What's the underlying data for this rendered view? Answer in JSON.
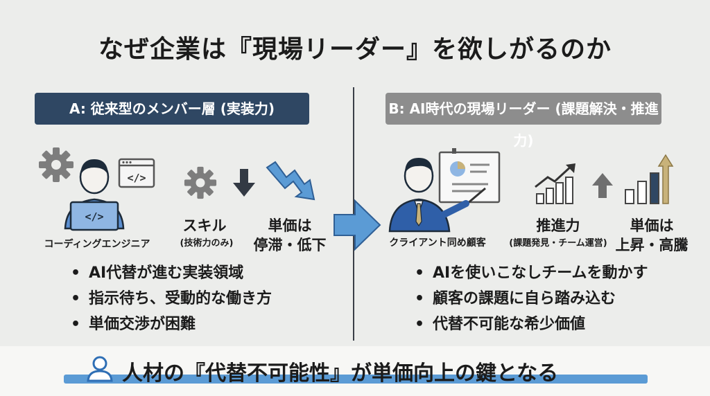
{
  "title": "なぜ企業は『現場リーダー』を欲しがるのか",
  "left": {
    "header": "A: 従来型のメンバー層 (実装力)",
    "person_label": "コーディングエンジニア",
    "skill_label": "スキル",
    "skill_sub": "(技術力のみ)",
    "price_label_1": "単価は",
    "price_label_2": "停滞・低下",
    "bullets": [
      "AI代替が進む実装領域",
      "指示待ち、受動的な働き方",
      "単価交渉が困難"
    ]
  },
  "right": {
    "header": "B: AI時代の現場リーダー (課題解決・推進力)",
    "person_label": "クライアント同め顧客",
    "drive_label": "推進力",
    "drive_sub": "(課題発見・チーム運営)",
    "price_label_1": "単価は",
    "price_label_2": "上昇・高騰",
    "bullets": [
      "AIを使いこなしチームを動かす",
      "顧客の課題に自ら踏み込む",
      "代替不可能な希少価値"
    ]
  },
  "footer": "人材の『代替不可能性』が単価向上の鍵となる",
  "colors": {
    "navy": "#2f4763",
    "gray": "#8d8d8d",
    "accent_blue": "#5b9bd5",
    "gold": "#c8b27a"
  },
  "icons": [
    "gear-icon",
    "code-window-icon",
    "engineer-laptop-icon",
    "down-arrow-icon",
    "zigzag-down-arrow-icon",
    "right-arrow-icon",
    "presenter-icon",
    "growth-chart-icon",
    "up-arrow-icon",
    "bar-chart-up-icon",
    "user-icon"
  ]
}
